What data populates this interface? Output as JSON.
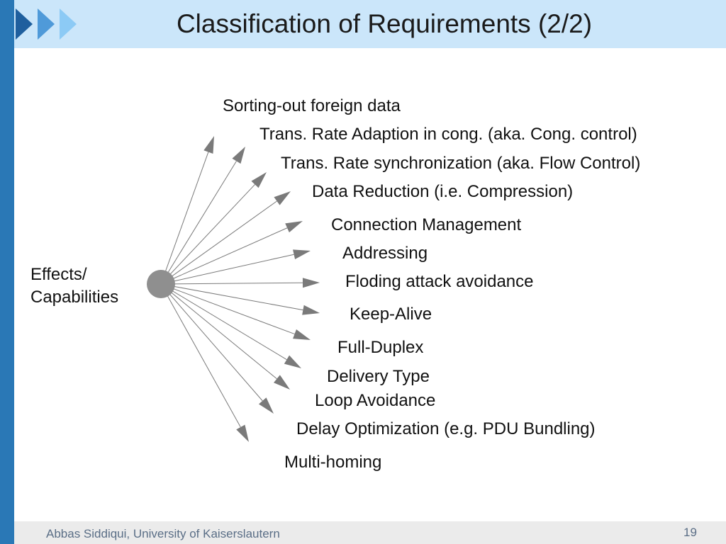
{
  "header": {
    "title": "Classification of Requirements (2/2)",
    "colors": {
      "bar": "#2a78b6",
      "band": "#cbe6fa",
      "chevron_dark": "#1f5f9e",
      "chevron_light": "#8ccaf5"
    },
    "icon": "triple-chevron-icon"
  },
  "diagram": {
    "center_label_line1": "Effects/",
    "center_label_line2": "Capabilities",
    "node_color": "#8f8f8f",
    "arrow_color": "#7a7a7a",
    "items": [
      "Sorting-out foreign data",
      "Trans. Rate Adaption in cong. (aka. Cong. control)",
      "Trans. Rate synchronization (aka. Flow Control)",
      "Data Reduction (i.e. Compression)",
      "Connection Management",
      "Addressing",
      "Floding attack avoidance",
      "Keep-Alive",
      "Full-Duplex",
      "Delivery Type",
      "Loop Avoidance",
      "Delay Optimization (e.g. PDU Bundling)",
      "Multi-homing"
    ]
  },
  "footer": {
    "author": "Abbas Siddiqui, University of Kaiserslautern",
    "page": "19"
  }
}
